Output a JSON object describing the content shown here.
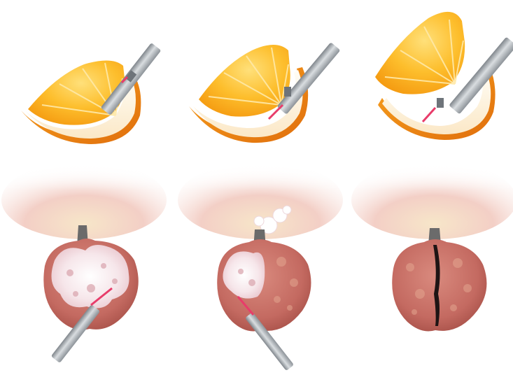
{
  "figure": {
    "panels": [
      {
        "row": "orange",
        "step": 1,
        "icon": "orange-slice-laser-icon"
      },
      {
        "row": "orange",
        "step": 2,
        "icon": "orange-slice-laser-icon"
      },
      {
        "row": "orange",
        "step": 3,
        "icon": "orange-peel-separated-icon"
      },
      {
        "row": "prostate",
        "step": 1,
        "icon": "prostate-adenoma-laser-icon"
      },
      {
        "row": "prostate",
        "step": 2,
        "icon": "prostate-adenoma-laser-icon"
      },
      {
        "row": "prostate",
        "step": 3,
        "icon": "prostate-enucleated-icon"
      }
    ],
    "colors": {
      "background": "#ffffff",
      "orange_peel": "#F28A17",
      "orange_flesh": "#FDBE2C",
      "pith": "#FFF7E6",
      "instrument": "#A9AEB3",
      "laser": "#E83C6A",
      "prostate_tissue": "#C86E64",
      "adenoma": "#F3DFE3",
      "bladder": "#F2D5C9"
    }
  }
}
